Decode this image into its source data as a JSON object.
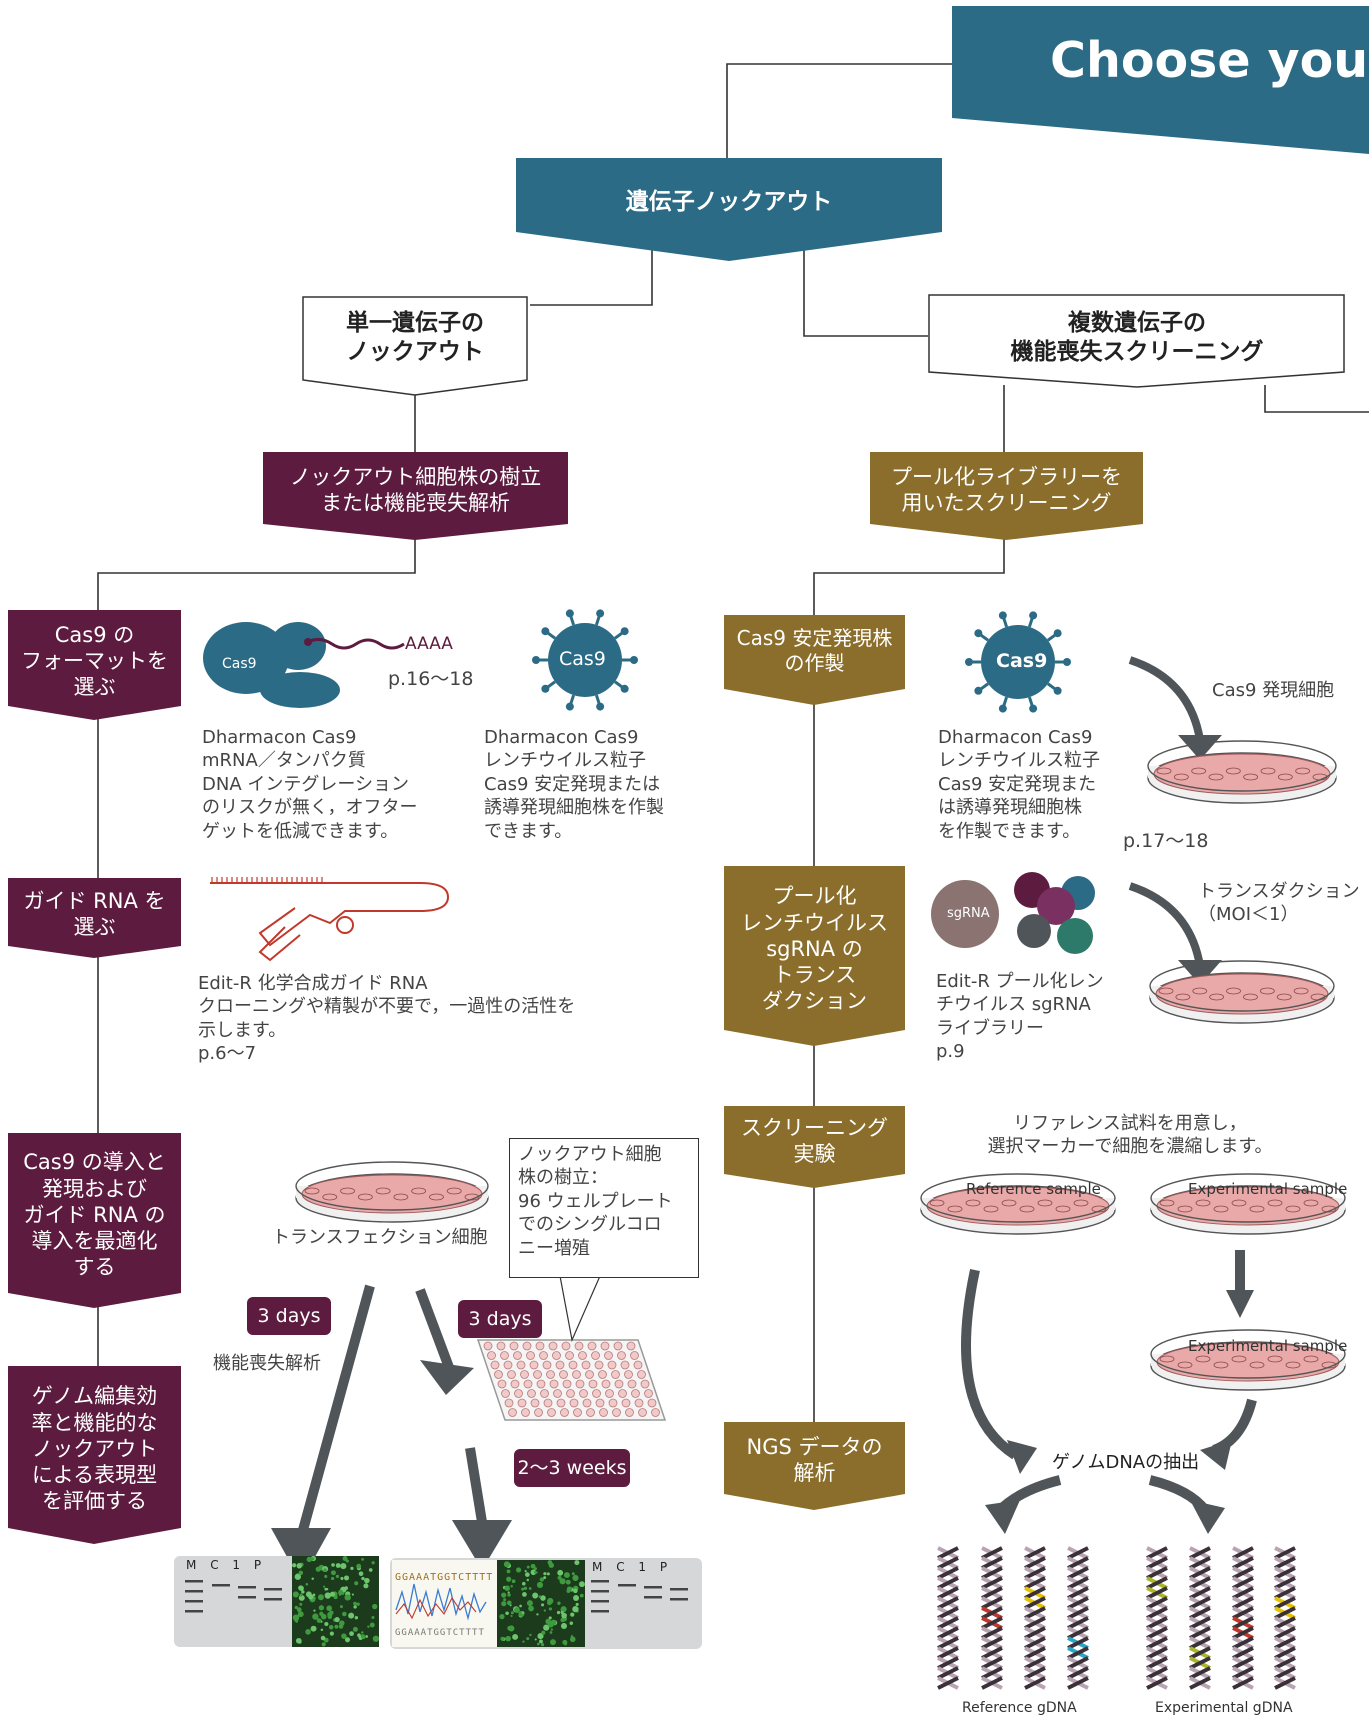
{
  "header": {
    "title": "Choose your"
  },
  "top_box": {
    "label": "遺伝子ノックアウト"
  },
  "single_gene": {
    "label": "単一遺伝子の\nノックアウト"
  },
  "multi_gene": {
    "label": "複数遺伝子の\n機能喪失スクリーニング"
  },
  "left_branch": {
    "label": "ノックアウト細胞株の樹立\nまたは機能喪失解析"
  },
  "right_branch": {
    "label": "プール化ライブラリーを\n用いたスクリーニング"
  },
  "left_steps": [
    {
      "label": "Cas9 の\nフォーマットを\n選ぶ"
    },
    {
      "label": "ガイド RNA を\n選ぶ"
    },
    {
      "label": "Cas9 の導入と\n発現および\nガイド RNA の\n導入を最適化\nする"
    },
    {
      "label": "ゲノム編集効\n率と機能的な\nノックアウト\nによる表現型\nを評価する"
    }
  ],
  "right_steps": [
    {
      "label": "Cas9 安定発現株\nの作製"
    },
    {
      "label": "プール化\nレンチウイルス\nsgRNA の\nトランス\nダクション"
    },
    {
      "label": "スクリーニング\n実験"
    },
    {
      "label": "NGS データの\n解析"
    }
  ],
  "cas9_format": {
    "icon_label": "Cas9",
    "polya_label": "AAAA",
    "page_ref": "p.16〜18",
    "mrna_text": "Dharmacon Cas9\nmRNA／タンパク質\nDNA インテグレーション\nのリスクが無く，オフター\nゲットを低減できます。",
    "virus_label": "Cas9",
    "virus_text": "Dharmacon Cas9\nレンチウイルス粒子\nCas9 安定発現または\n誘導発現細胞株を作製\nできます。"
  },
  "guide_rna": {
    "text": "Edit-R 化学合成ガイド RNA\nクローニングや精製が不要で，一過性の活性を\n示します。\np.6〜7"
  },
  "transfection": {
    "dish_label": "トランスフェクション細胞",
    "callout": "ノックアウト細胞\n株の樹立：\n96 ウェルプレート\nでのシングルコロ\nニー増殖",
    "pill_left": "3 days",
    "pill_right": "3 days",
    "pill_weeks": "2〜3 weeks",
    "functional_label": "機能喪失解析",
    "gel_lanes": [
      "M",
      "C",
      "1",
      "P"
    ],
    "seq_text": "GGAAATGGTCTTTT"
  },
  "stable_line": {
    "virus_label": "Cas9",
    "text": "Dharmacon Cas9\nレンチウイルス粒子\nCas9 安定発現また\nは誘導発現細胞株\nを作製できます。",
    "page_ref": "p.17〜18",
    "dish_label": "Cas9 発現細胞"
  },
  "pooled": {
    "virus_label": "sgRNA",
    "text": "Edit-R プール化レン\nチウイルス sgRNA\nライブラリー\np.9",
    "transduction_label": "トランスダクション\n（MOI＜1）"
  },
  "screening": {
    "note": "リファレンス試料を用意し，\n選択マーカーで細胞を濃縮します。",
    "reference_label": "Reference sample",
    "experimental_label": "Experimental sample",
    "experimental_label2": "Experimental sample",
    "extract_label": "ゲノムDNAの抽出",
    "reference_gdna": "Reference gDNA",
    "experimental_gdna": "Experimental gDNA"
  },
  "colors": {
    "teal": "#2c6b86",
    "plum": "#5d1c3f",
    "olive": "#8b6e2b",
    "arrow": "#4f5558",
    "dish_pink": "#e9a9a9"
  }
}
